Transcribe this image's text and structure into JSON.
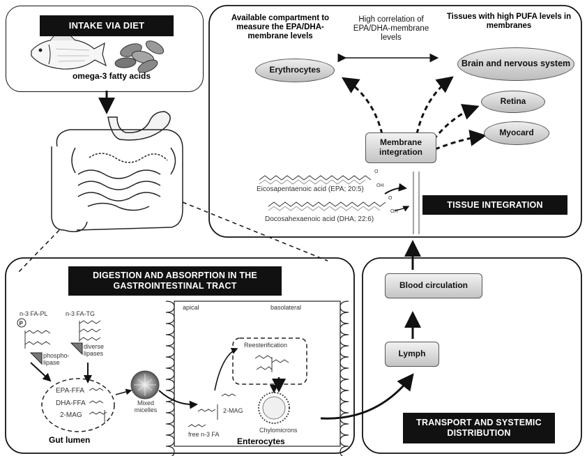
{
  "intake": {
    "title": "INTAKE VIA DIET",
    "caption": "omega-3 fatty acids"
  },
  "tissue": {
    "left_header": "Available compartment to measure the EPA/DHA-membrane levels",
    "middle_header": "High correlation of EPA/DHA-membrane levels",
    "right_header": "Tissues with high PUFA levels in membranes",
    "erythrocytes": "Erythrocytes",
    "brain": "Brain and nervous system",
    "retina": "Retina",
    "myocard": "Myocard",
    "membrane_integration": "Membrane integration",
    "epa_label": "Eicosapentaenoic acid (EPA; 20:5)",
    "dha_label": "Docosahexaenoic acid (DHA; 22:6)",
    "title": "TISSUE INTEGRATION"
  },
  "digestion": {
    "title": "DIGESTION AND ABSORPTION IN THE GASTROINTESTINAL TRACT",
    "fa_pl": "n-3 FA-PL",
    "fa_tg": "n-3 FA-TG",
    "phospholipase": "phospho- lipase",
    "lipases": "diverse lipases",
    "epa_ffa": "EPA-FFA",
    "dha_ffa": "DHA-FFA",
    "two_mag": "2-MAG",
    "mixed_micelles": "Mixed micelles",
    "gut_lumen": "Gut lumen",
    "apical": "apical",
    "basolateral": "basolateral",
    "reesterification": "Reesterification",
    "two_mag_enterocyte": "2-MAG",
    "free_fa": "free n-3 FA",
    "chylomicrons": "Chylomicrons",
    "enterocytes": "Enterocytes"
  },
  "transport": {
    "blood": "Blood circulation",
    "lymph": "Lymph",
    "title": "TRANSPORT AND SYSTEMIC DISTRIBUTION"
  }
}
